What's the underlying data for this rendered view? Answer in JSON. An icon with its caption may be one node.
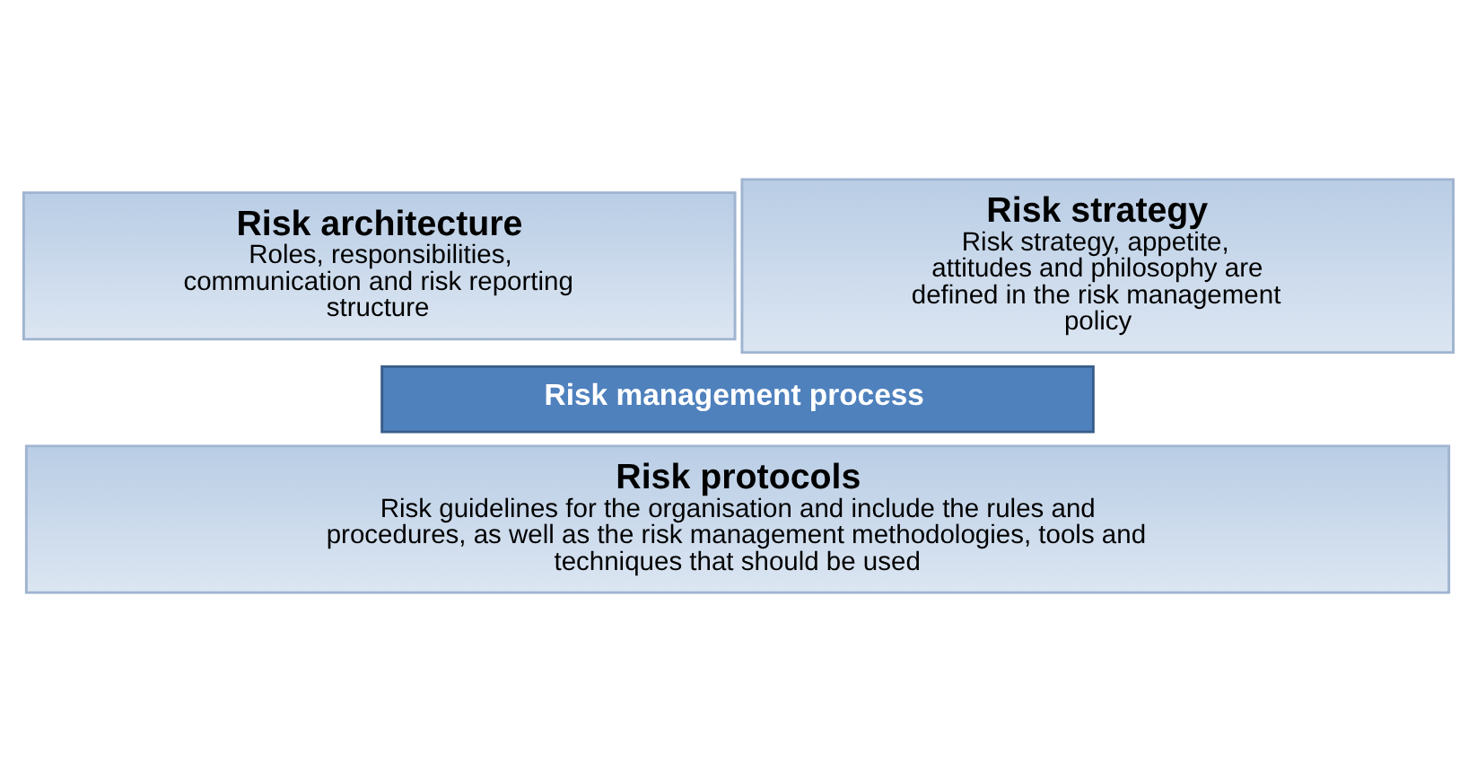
{
  "diagram": {
    "nodes": [
      {
        "text": [
          "Risk architecture",
          "Roles, responsibilities, communication and risk reporting structure"
        ]
      },
      {
        "text": [
          "Risk strategy",
          "Risk strategy, appetite, attitudes and philosophy are defined in the risk management policy"
        ]
      },
      {
        "text": [
          "Risk management process"
        ]
      },
      {
        "text": [
          "Risk protocols",
          "Risk guidelines for the organisation and include the rules and procedures, as well as the risk management methodologies, tools and techniques that should be used"
        ]
      }
    ]
  }
}
